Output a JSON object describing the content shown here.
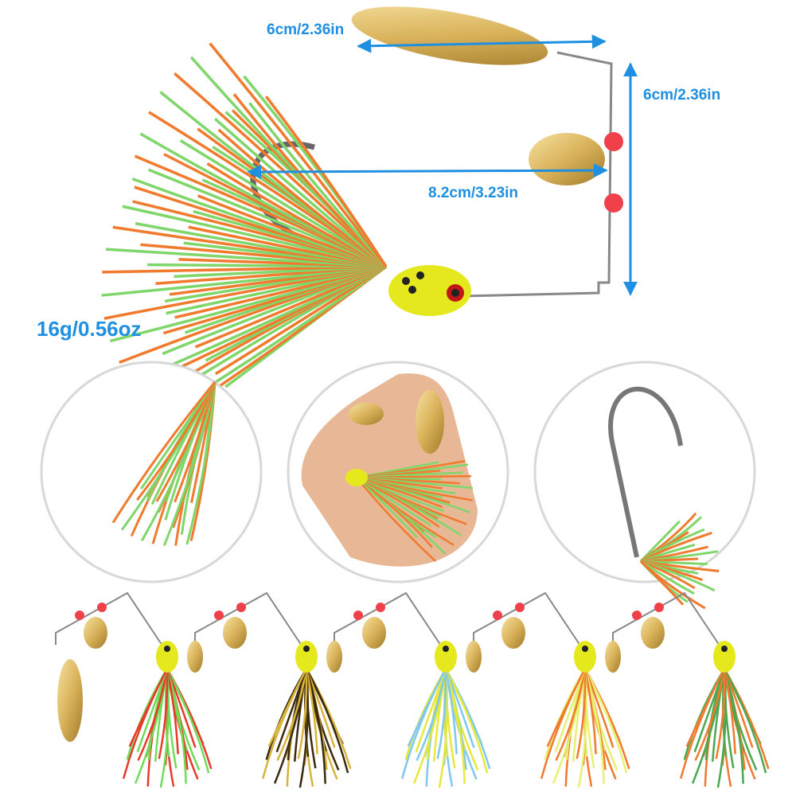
{
  "dimensions": {
    "blade_length": "6cm/2.36in",
    "arm_height": "6cm/2.36in",
    "total_length": "8.2cm/3.23in",
    "weight": "16g/0.56oz"
  },
  "colors": {
    "annotation": "#1e8fe1",
    "gold": "#d9b25a",
    "skirt_orange": "#f07a2e",
    "skirt_green": "#7fd66a",
    "head_yellow": "#e6e81e",
    "bead_red": "#f0404a",
    "circle_border": "#d8d8d8"
  },
  "variants": [
    {
      "skirt": "#e83a2a",
      "skirt2": "#6fdc5a"
    },
    {
      "skirt": "#d9b43a",
      "skirt2": "#3a2a10"
    },
    {
      "skirt": "#7fc8f0",
      "skirt2": "#e6e83a"
    },
    {
      "skirt": "#f07a2e",
      "skirt2": "#e8f070"
    },
    {
      "skirt": "#f07a2e",
      "skirt2": "#4aa850"
    }
  ]
}
